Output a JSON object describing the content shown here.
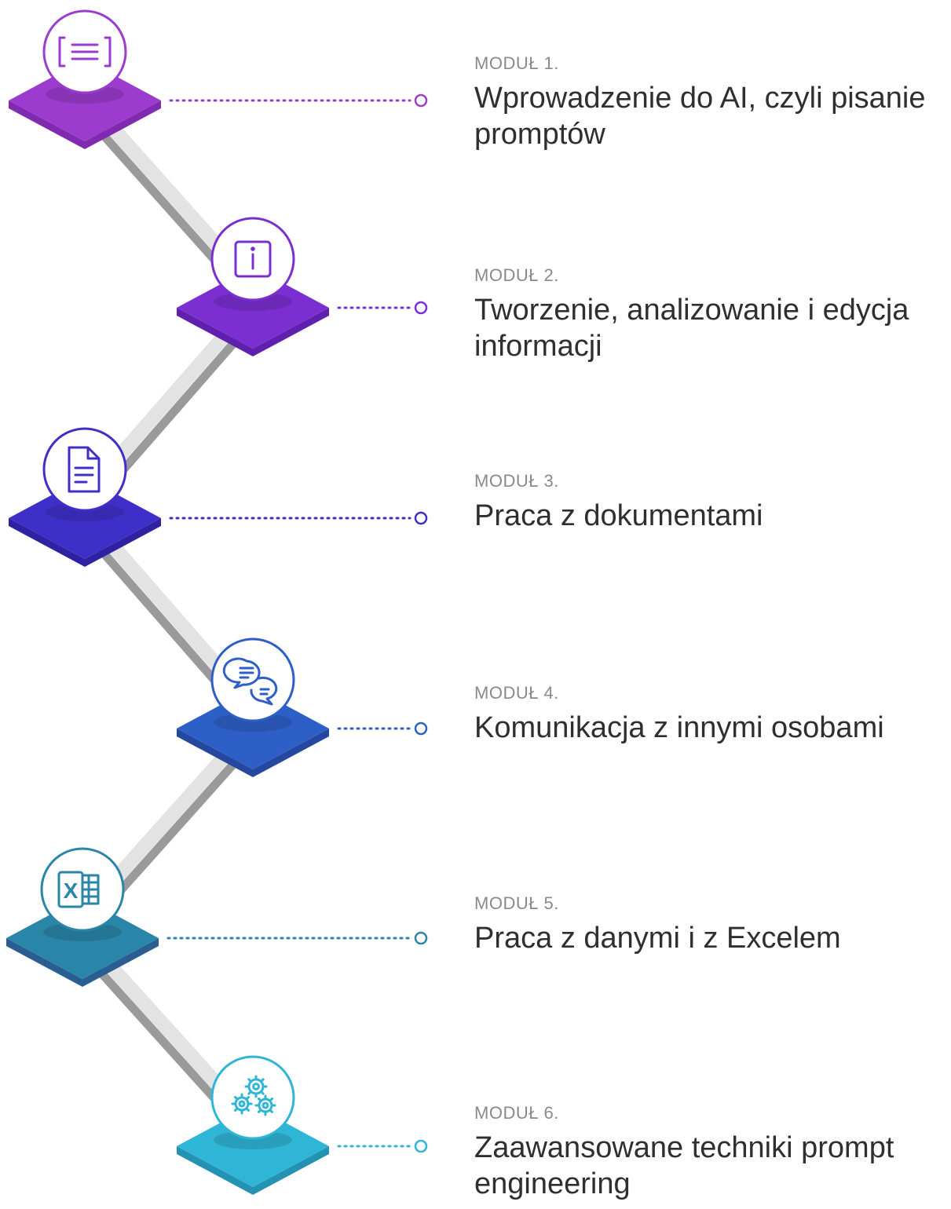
{
  "modules": [
    {
      "label": "MODUŁ 1.",
      "title": "Wprowadzenie do AI, czyli pisanie promptów",
      "color": "#9b3ccf",
      "color_dark": "#7f2aaf",
      "icon": "text-lines-icon"
    },
    {
      "label": "MODUŁ 2.",
      "title": "Tworzenie, analizowanie i edycja informacji",
      "color": "#7b2fd1",
      "color_dark": "#5f20ae",
      "icon": "info-icon"
    },
    {
      "label": "MODUŁ 3.",
      "title": "Praca z dokumentami",
      "color": "#3f2fc9",
      "color_dark": "#2e22a3",
      "icon": "document-icon"
    },
    {
      "label": "MODUŁ 4.",
      "title": "Komunikacja z innymi osobami",
      "color": "#2e5fc6",
      "color_dark": "#2447a0",
      "icon": "chat-bubbles-icon"
    },
    {
      "label": "MODUŁ 5.",
      "title": "Praca z danymi i z Excelem",
      "color": "#2a86a8",
      "color_dark": "#2a5e93",
      "icon": "excel-icon"
    },
    {
      "label": "MODUŁ 6.",
      "title": "Zaawansowane techniki prompt engineering",
      "color": "#2fb6d6",
      "color_dark": "#2392b3",
      "icon": "gears-icon"
    }
  ]
}
